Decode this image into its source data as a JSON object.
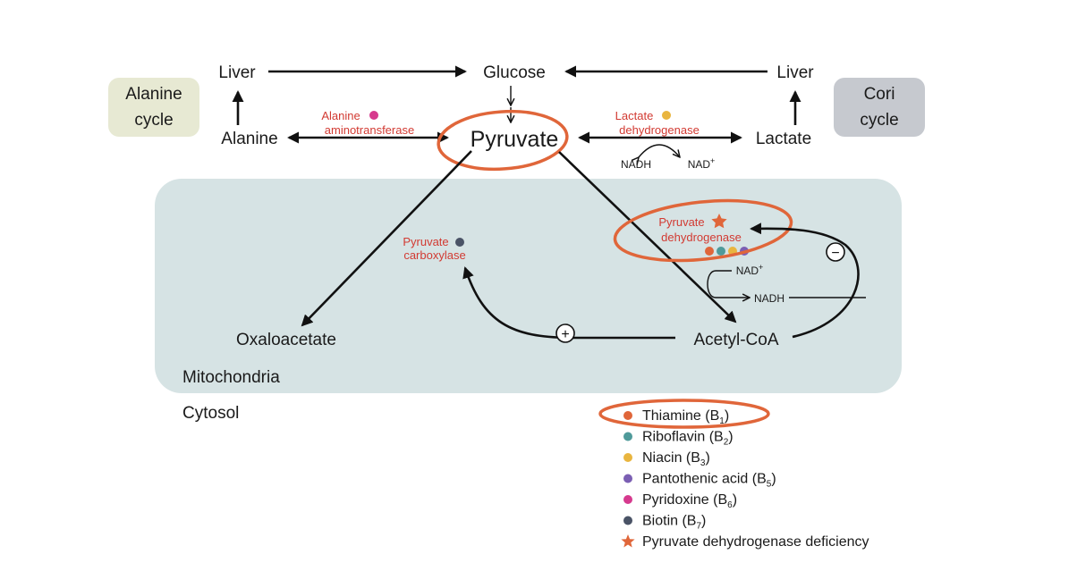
{
  "labels": {
    "alanine_cycle_1": "Alanine",
    "alanine_cycle_2": "cycle",
    "cori_cycle_1": "Cori",
    "cori_cycle_2": "cycle",
    "liver_left": "Liver",
    "liver_right": "Liver",
    "glucose": "Glucose",
    "alanine": "Alanine",
    "pyruvate": "Pyruvate",
    "lactate": "Lactate",
    "oxaloacetate": "Oxaloacetate",
    "acetyl_coa": "Acetyl-CoA",
    "mitochondria": "Mitochondria",
    "cytosol": "Cytosol"
  },
  "enzymes": {
    "alt_1": "Alanine",
    "alt_2": "aminotransferase",
    "ldh_1": "Lactate",
    "ldh_2": "dehydrogenase",
    "pc_1": "Pyruvate",
    "pc_2": "carboxylase",
    "pdh_1": "Pyruvate",
    "pdh_2": "dehydrogenase"
  },
  "cofactors": {
    "nadh_ldh": "NADH",
    "nad_ldh": "NAD",
    "nad_pdh": "NAD",
    "nadh_pdh": "NADH",
    "plus_sign": "+"
  },
  "signs": {
    "inhibit": "−",
    "activate": "+"
  },
  "legend": [
    {
      "name": "Thiamine (B",
      "sub": "1",
      "tail": ")",
      "color": "#e0663a",
      "marker": "dot"
    },
    {
      "name": "Riboflavin (B",
      "sub": "2",
      "tail": ")",
      "color": "#4f9a9a",
      "marker": "dot"
    },
    {
      "name": "Niacin (B",
      "sub": "3",
      "tail": ")",
      "color": "#e9b53f",
      "marker": "dot"
    },
    {
      "name": "Pantothenic acid (B",
      "sub": "5",
      "tail": ")",
      "color": "#7b5fb3",
      "marker": "dot"
    },
    {
      "name": "Pyridoxine (B",
      "sub": "6",
      "tail": ")",
      "color": "#d63a8e",
      "marker": "dot"
    },
    {
      "name": "Biotin (B",
      "sub": "7",
      "tail": ")",
      "color": "#4a5366",
      "marker": "dot"
    },
    {
      "name": "Pyruvate dehydrogenase deficiency",
      "sub": "",
      "tail": "",
      "color": "#e0663a",
      "marker": "star"
    }
  ],
  "colors": {
    "alanine_box": "#e7e9d3",
    "cori_box": "#c6c9cf",
    "mitochondria_bg": "#d6e3e4",
    "enzyme_text": "#d23a32",
    "highlight": "#e0663a"
  }
}
